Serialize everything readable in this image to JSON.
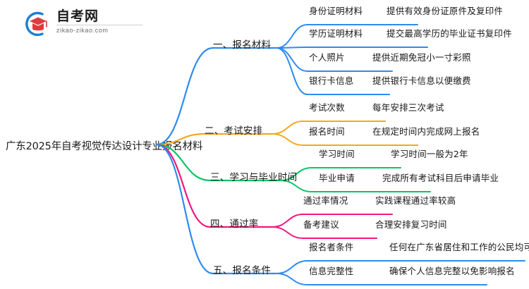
{
  "logo": {
    "cn_name": "自考网",
    "domain": "zikao-zikao.com",
    "mark_icon": "graduation-cap-icon",
    "arc_color": "#1b7fd4",
    "cap_color": "#e03a3e"
  },
  "root": {
    "title": "广东2025年自考视觉传达设计专业报名材料"
  },
  "colors": {
    "blue": "#2b8cf0",
    "orange": "#f5a81c",
    "green": "#09c566",
    "pink": "#f5167e",
    "blue2": "#2b8cf0"
  },
  "branches": [
    {
      "label": "一、报名材料",
      "color": "#2b8cf0",
      "leaves": [
        {
          "key": "身份证明材料",
          "value": "提供有效身份证原件及复印件"
        },
        {
          "key": "学历证明材料",
          "value": "提交最高学历的毕业证书复印件"
        },
        {
          "key": "个人照片",
          "value": "提供近期免冠小一寸彩照"
        },
        {
          "key": "银行卡信息",
          "value": "提供银行卡信息以便缴费"
        }
      ]
    },
    {
      "label": "二、考试安排",
      "color": "#f5a81c",
      "leaves": [
        {
          "key": "考试次数",
          "value": "每年安排三次考试"
        },
        {
          "key": "报名时间",
          "value": "在规定时间内完成网上报名"
        }
      ]
    },
    {
      "label": "三、学习与毕业时间",
      "color": "#09c566",
      "leaves": [
        {
          "key": "学习时间",
          "value": "学习时间一般为2年"
        },
        {
          "key": "毕业申请",
          "value": "完成所有考试科目后申请毕业"
        }
      ]
    },
    {
      "label": "四、通过率",
      "color": "#f5167e",
      "leaves": [
        {
          "key": "通过率情况",
          "value": "实践课程通过率较高"
        },
        {
          "key": "备考建议",
          "value": "合理安排复习时间"
        }
      ]
    },
    {
      "label": "五、报名条件",
      "color": "#2b8cf0",
      "leaves": [
        {
          "key": "报名者条件",
          "value": "任何在广东省居住和工作的公民均可报名"
        },
        {
          "key": "信息完整性",
          "value": "确保个人信息完整以免影响报名"
        }
      ]
    }
  ]
}
